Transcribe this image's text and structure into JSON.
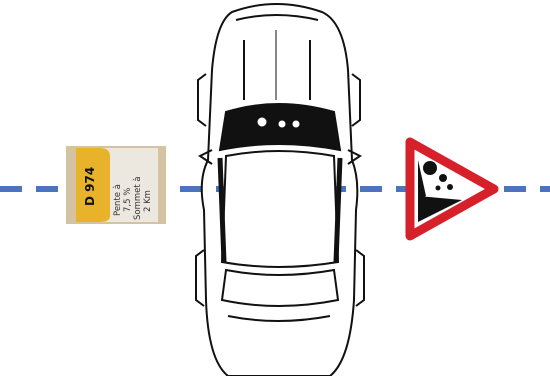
{
  "milestone": {
    "road_number": "D 974",
    "line1": "Pente à",
    "line2": "7,5 %",
    "line3": "Sommet à",
    "line4": "2 Km",
    "accent_color": "#e8b32a"
  },
  "road_marking": {
    "color": "#4a74c0"
  },
  "warning_sign": {
    "icon": "falling-rocks-icon",
    "border_color": "#d6202a"
  }
}
